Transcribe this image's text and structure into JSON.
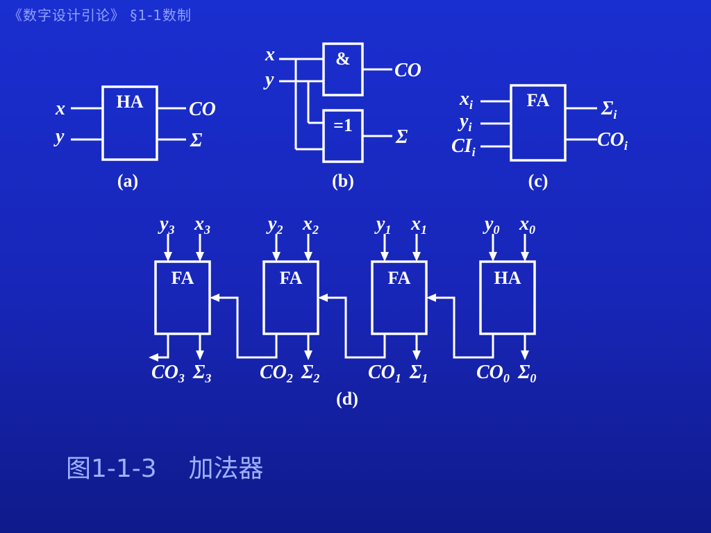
{
  "header": {
    "title": "《数字设计引论》 §1-1数制"
  },
  "diagram": {
    "a": {
      "box": "HA",
      "in1": "x",
      "in2": "y",
      "out1": "CO",
      "out2": "Σ",
      "caption": "(a)"
    },
    "b": {
      "gate_and": "&",
      "gate_xor": "=1",
      "in1": "x",
      "in2": "y",
      "out1": "CO",
      "out2": "Σ",
      "caption": "(b)"
    },
    "c": {
      "box": "FA",
      "in1": "x",
      "in1_sub": "i",
      "in2": "y",
      "in2_sub": "i",
      "in3": "CI",
      "in3_sub": "i",
      "out1": "Σ",
      "out1_sub": "i",
      "out2": "CO",
      "out2_sub": "i",
      "caption": "(c)"
    },
    "d": {
      "caption": "(d)",
      "stages": [
        {
          "box": "FA",
          "y": "y",
          "x": "x",
          "co": "CO",
          "s": "Σ",
          "idx": "3"
        },
        {
          "box": "FA",
          "y": "y",
          "x": "x",
          "co": "CO",
          "s": "Σ",
          "idx": "2"
        },
        {
          "box": "FA",
          "y": "y",
          "x": "x",
          "co": "CO",
          "s": "Σ",
          "idx": "1"
        },
        {
          "box": "HA",
          "y": "y",
          "x": "x",
          "co": "CO",
          "s": "Σ",
          "idx": "0"
        }
      ]
    }
  },
  "caption": {
    "figure": "图1-1-3",
    "title": "加法器"
  }
}
